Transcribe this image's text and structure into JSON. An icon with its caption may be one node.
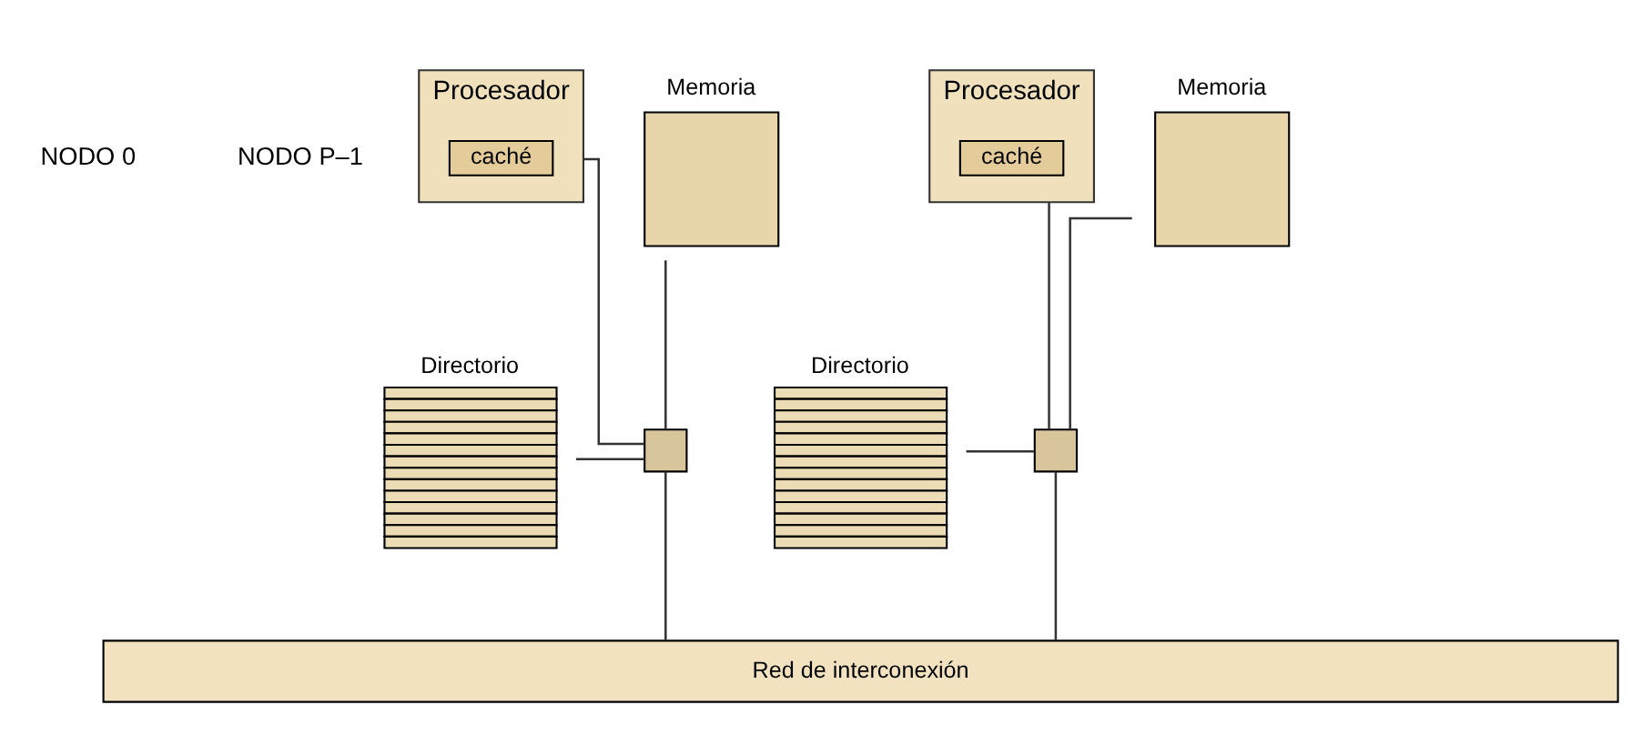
{
  "diagram": {
    "nodes": [
      {
        "text": [
          "Procesador"
        ]
      },
      {
        "text": [
          "caché"
        ],
        "in": 0
      },
      {
        "text": [
          "Memoria"
        ]
      },
      {
        "text": [
          "Directorio"
        ]
      },
      {
        "text": [],
        "shape": "box"
      },
      {
        "text": [
          "Procesador"
        ]
      },
      {
        "text": [
          "caché"
        ],
        "in": 5
      },
      {
        "text": [
          "Memoria"
        ]
      },
      {
        "text": [
          "Directorio"
        ]
      },
      {
        "text": [],
        "shape": "box"
      },
      {
        "text": [
          "Red de interconexión"
        ]
      }
    ],
    "edges": [
      {
        "from": 0,
        "to": 4,
        "arrow": "none"
      },
      {
        "from": 3,
        "to": 4,
        "arrow": "none"
      },
      {
        "from": 4,
        "to": 2,
        "arrow": "none"
      },
      {
        "from": 4,
        "to": 10,
        "arrow": "none"
      },
      {
        "from": 5,
        "to": 9,
        "arrow": "none"
      },
      {
        "from": 8,
        "to": 9,
        "arrow": "none"
      },
      {
        "from": 9,
        "to": 7,
        "arrow": "none"
      },
      {
        "from": 9,
        "to": 10,
        "arrow": "none"
      }
    ],
    "labels": [
      "NODO 0",
      "NODO P–1"
    ]
  }
}
